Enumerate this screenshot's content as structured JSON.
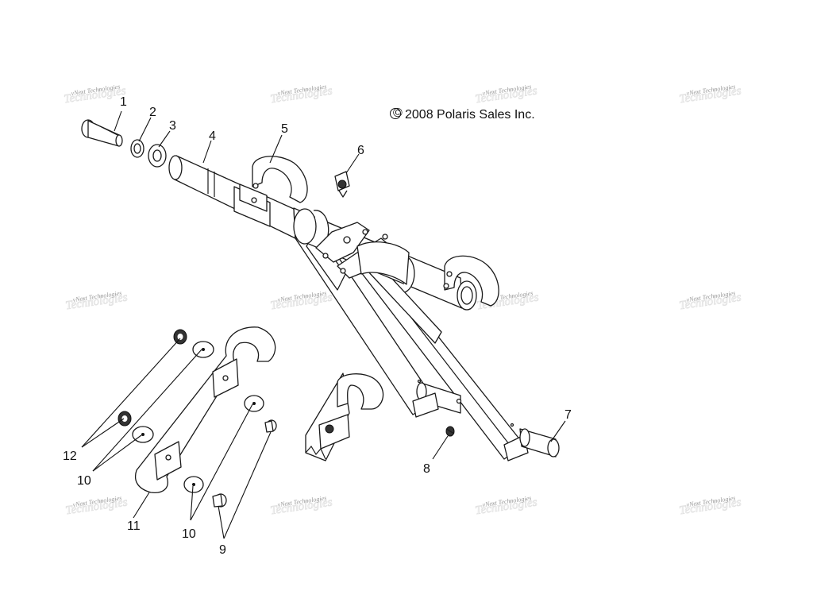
{
  "copyright": "2008 Polaris Sales Inc.",
  "copyright_symbol": "©",
  "watermark_text": "vNext Technologies",
  "callouts": [
    "1",
    "2",
    "3",
    "4",
    "5",
    "6",
    "7",
    "8",
    "9",
    "10",
    "10",
    "11",
    "12"
  ]
}
